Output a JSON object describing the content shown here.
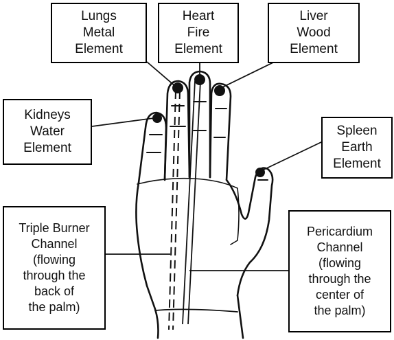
{
  "labels": {
    "lungs": {
      "line1": "Lungs",
      "line2": "Metal",
      "line3": "Element"
    },
    "heart": {
      "line1": "Heart",
      "line2": "Fire",
      "line3": "Element"
    },
    "liver": {
      "line1": "Liver",
      "line2": "Wood",
      "line3": "Element"
    },
    "kidneys": {
      "line1": "Kidneys",
      "line2": "Water",
      "line3": "Element"
    },
    "spleen": {
      "line1": "Spleen",
      "line2": "Earth",
      "line3": "Element"
    },
    "triple_burner": {
      "line1": "Triple Burner",
      "line2": "Channel",
      "line3": "(flowing",
      "line4": "through the",
      "line5": "back of",
      "line6": "the palm)"
    },
    "pericardium": {
      "line1": "Pericardium",
      "line2": "Channel",
      "line3": "(flowing",
      "line4": "through the",
      "line5": "center of",
      "line6": "the palm)"
    }
  },
  "colors": {
    "ink": "#111111",
    "background": "#ffffff"
  }
}
